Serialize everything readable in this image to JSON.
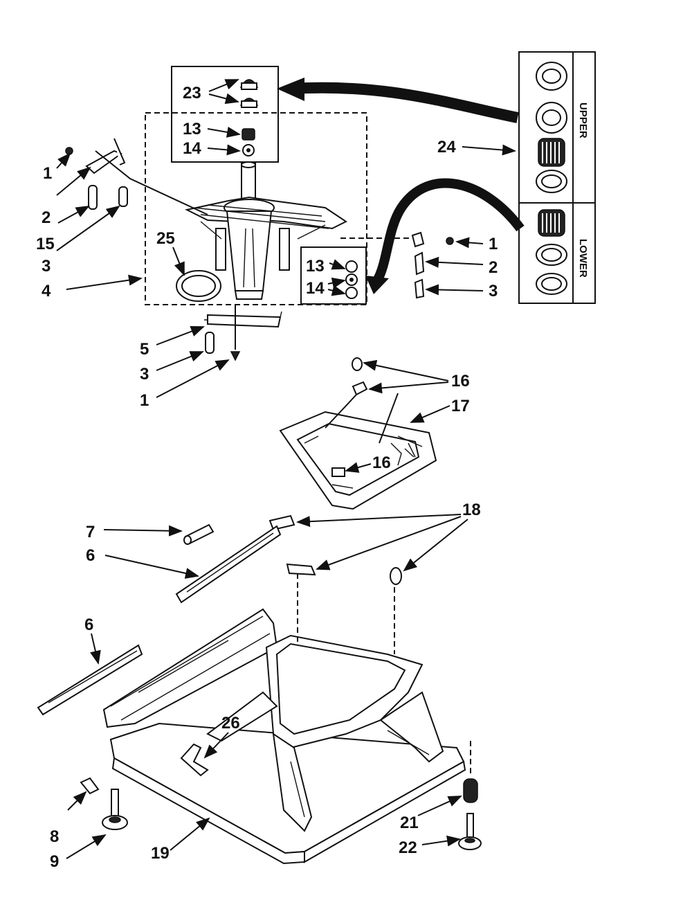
{
  "callouts": {
    "p1a": "1",
    "p2a": "2",
    "p15": "15",
    "p3a": "3",
    "p4": "4",
    "p25": "25",
    "p23": "23",
    "p13a": "13",
    "p14a": "14",
    "p24": "24",
    "p1b": "1",
    "p2b": "2",
    "p3b": "3",
    "p13b": "13",
    "p14b": "14",
    "p5": "5",
    "p3c": "3",
    "p1c": "1",
    "p16a": "16",
    "p17": "17",
    "p16b": "16",
    "p7": "7",
    "p18": "18",
    "p6a": "6",
    "p6b": "6",
    "p26": "26",
    "p8": "8",
    "p9": "9",
    "p19": "19",
    "p21": "21",
    "p22": "22"
  },
  "kit": {
    "upper": "UPPER",
    "lower": "LOWER"
  },
  "colors": {
    "ink": "#111111",
    "paper": "#ffffff"
  }
}
